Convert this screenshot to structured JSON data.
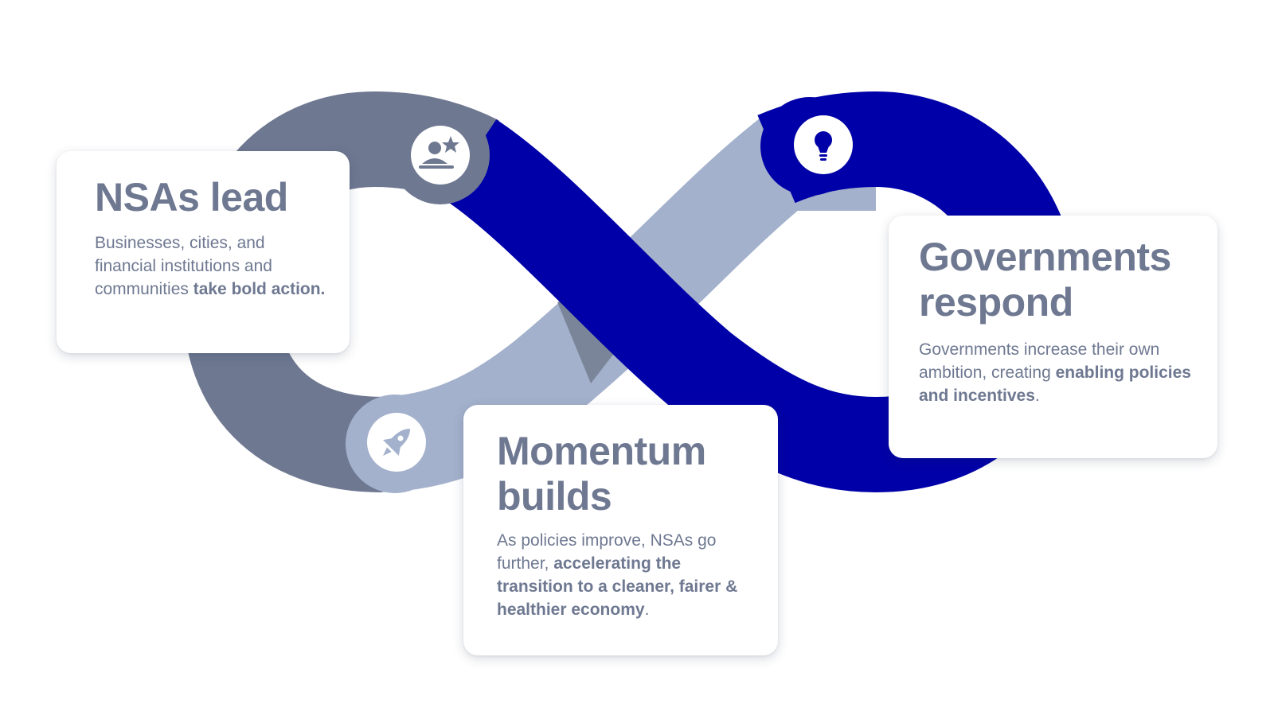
{
  "cards": {
    "nsas": {
      "title": "NSAs lead",
      "text_plain": "Businesses, cities, and financial institutions and communities ",
      "text_bold": "take bold action.",
      "text_end": ""
    },
    "momentum": {
      "title_line1": "Momentum",
      "title_line2": "builds",
      "text_plain": "As policies improve, NSAs go further, ",
      "text_bold": "accelerating the transition to a cleaner, fairer & healthier economy",
      "text_end": "."
    },
    "governments": {
      "title_line1": "Governments",
      "title_line2": "respond",
      "text_plain": "Governments increase their own ambition, creating ",
      "text_bold": "enabling policies and incentives",
      "text_end": "."
    }
  },
  "icons": [
    "leader-star-icon",
    "lightbulb-icon",
    "rocket-icon"
  ],
  "colors": {
    "slate": "#6e7891",
    "navy": "#0000a8",
    "light_blue": "#a3b1cc",
    "text": "#6e7891"
  }
}
